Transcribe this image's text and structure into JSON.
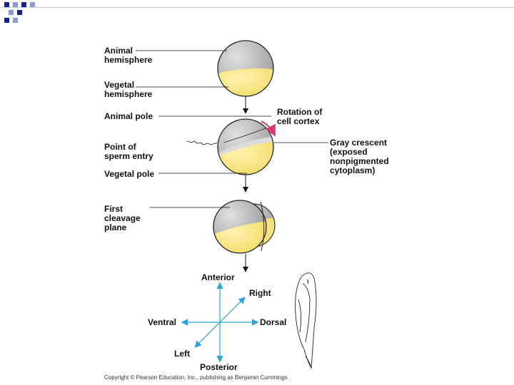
{
  "labels": {
    "animal_hemisphere": "Animal\nhemisphere",
    "vegetal_hemisphere": "Vegetal\nhemisphere",
    "animal_pole": "Animal pole",
    "point_of_sperm_entry": "Point of\nsperm entry",
    "vegetal_pole": "Vegetal pole",
    "first_cleavage_plane": "First\ncleavage\nplane",
    "rotation_of_cell_cortex": "Rotation of\ncell cortex",
    "gray_crescent": "Gray crescent\n(exposed\nnonpigmented\ncytoplasm)"
  },
  "axes": {
    "anterior": "Anterior",
    "posterior": "Posterior",
    "ventral": "Ventral",
    "dorsal": "Dorsal",
    "right": "Right",
    "left": "Left"
  },
  "copyright": "Copyright © Pearson Education, Inc., publishing as Benjamin Cummings",
  "colors": {
    "gray_pigment": "#a9a9a9",
    "yolk": "#f7e27a",
    "axis_blue": "#2aa3d6",
    "arrow_red": "#d63a6a",
    "deco_square_dark": "#1a237e",
    "deco_square_light": "#8c9ad0"
  }
}
